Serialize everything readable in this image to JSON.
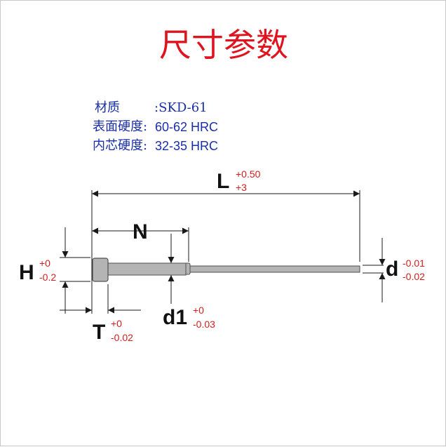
{
  "title": "尺寸参数",
  "specs": [
    {
      "label": "材质",
      "value": ":SKD-61"
    },
    {
      "label": "表面硬度:",
      "value": "60-62 HRC"
    },
    {
      "label": "内芯硬度:",
      "value": "32-35 HRC"
    }
  ],
  "dimensions": {
    "L": {
      "symbol": "L",
      "upper": "+0.50",
      "lower": "+3"
    },
    "N": {
      "symbol": "N"
    },
    "H": {
      "symbol": "H",
      "upper": "+0",
      "lower": "-0.2"
    },
    "d": {
      "symbol": "d",
      "upper": "-0.01",
      "lower": "-0.02"
    },
    "d1": {
      "symbol": "d1",
      "upper": "+0",
      "lower": "-0.03"
    },
    "T": {
      "symbol": "T",
      "upper": "+0",
      "lower": "-0.02"
    }
  },
  "colors": {
    "title": "#e0141e",
    "spec_text": "#1a2ea8",
    "tolerance": "#d01e1e",
    "pin_fill": "#b4b4b4",
    "line": "#1a1a1a"
  }
}
